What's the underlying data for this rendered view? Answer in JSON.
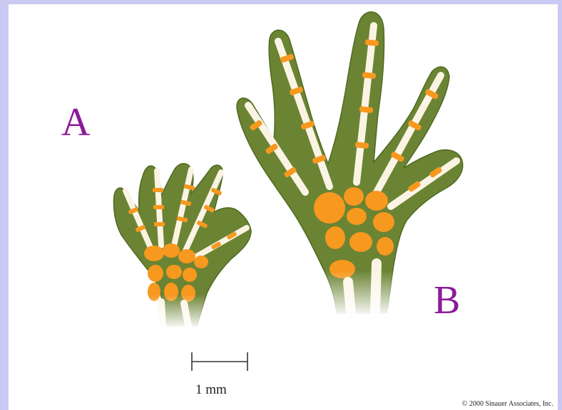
{
  "labels": {
    "a": "A",
    "b": "B"
  },
  "scale_bar": {
    "text": "1 mm"
  },
  "copyright": "© 2000 Sinauer Associates, Inc.",
  "colors": {
    "border": "#c9c9f4",
    "skin": "#6b8433",
    "skin_edge": "#4f6a22",
    "bone": "#fbf4e4",
    "cartilage": "#f7981f",
    "label": "#8b1a9a"
  }
}
